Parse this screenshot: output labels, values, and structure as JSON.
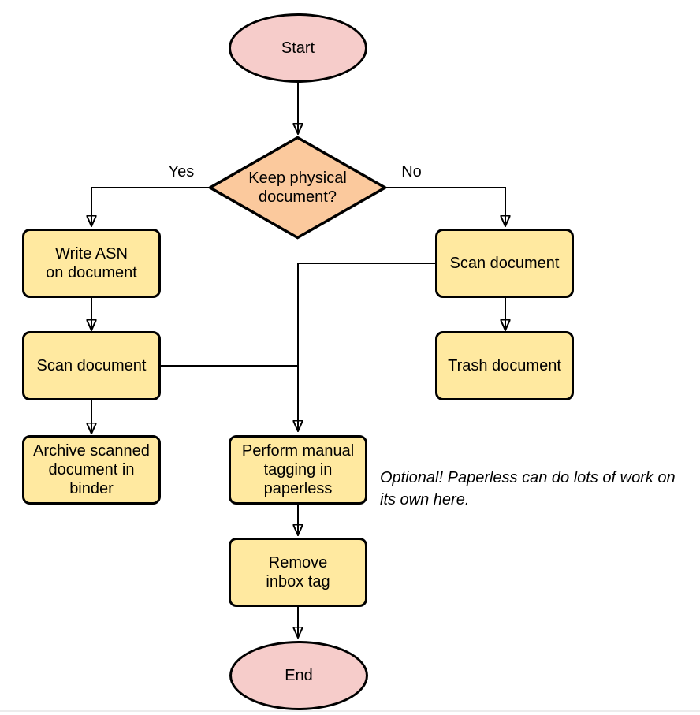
{
  "diagram": {
    "nodes": {
      "start": {
        "type": "terminator",
        "label": "Start"
      },
      "decision": {
        "type": "decision",
        "label": "Keep physical\ndocument?"
      },
      "write_asn": {
        "type": "process",
        "label": "Write ASN\non document"
      },
      "scan_left": {
        "type": "process",
        "label": "Scan document"
      },
      "archive": {
        "type": "process",
        "label": "Archive scanned\ndocument in\nbinder"
      },
      "scan_right": {
        "type": "process",
        "label": "Scan document"
      },
      "trash": {
        "type": "process",
        "label": "Trash document"
      },
      "tagging": {
        "type": "process",
        "label": "Perform manual\ntagging in\npaperless"
      },
      "remove_inbox": {
        "type": "process",
        "label": "Remove\ninbox tag"
      },
      "end": {
        "type": "terminator",
        "label": "End"
      }
    },
    "edge_labels": {
      "yes": "Yes",
      "no": "No"
    },
    "note": "Optional! Paperless can do lots of work on\nits own here.",
    "colors": {
      "terminal_fill": "#F6CCCA",
      "decision_fill": "#FBC99D",
      "process_fill": "#FFE9A0",
      "stroke": "#000000",
      "background": "#FFFFFF",
      "bottom_rule": "#ECECEC"
    }
  }
}
